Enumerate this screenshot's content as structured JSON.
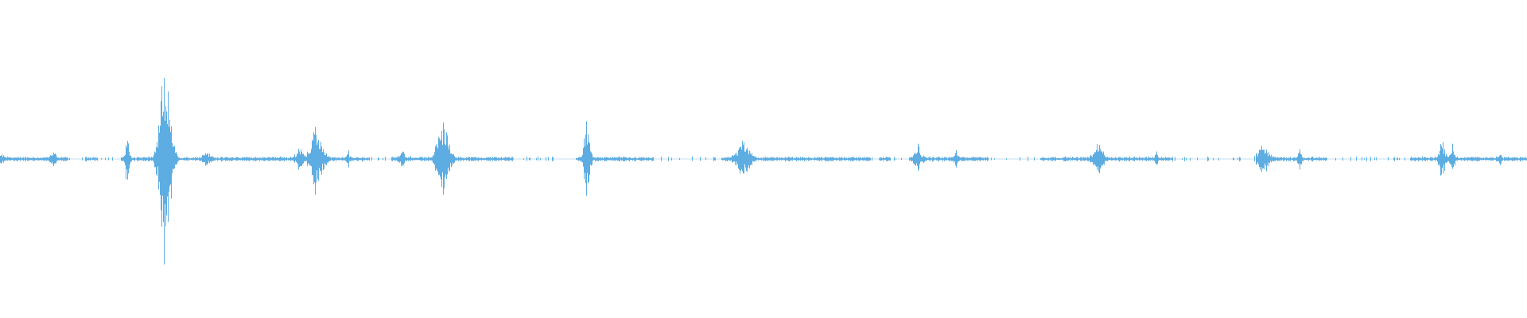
{
  "waveform": {
    "color": "#5DADE2",
    "background": "#FFFFFF",
    "baseline_amplitude": 0.012,
    "amplitude_scale_note_free": true,
    "bursts": [
      {
        "t": 0.0,
        "width": 0.012,
        "amp": 0.04
      },
      {
        "t": 0.035,
        "width": 0.008,
        "amp": 0.05
      },
      {
        "t": 0.083,
        "width": 0.004,
        "amp": 0.2
      },
      {
        "t": 0.108,
        "width": 0.01,
        "amp": 0.85
      },
      {
        "t": 0.135,
        "width": 0.01,
        "amp": 0.06
      },
      {
        "t": 0.196,
        "width": 0.008,
        "amp": 0.1
      },
      {
        "t": 0.207,
        "width": 0.012,
        "amp": 0.25
      },
      {
        "t": 0.228,
        "width": 0.004,
        "amp": 0.07
      },
      {
        "t": 0.263,
        "width": 0.006,
        "amp": 0.09
      },
      {
        "t": 0.29,
        "width": 0.012,
        "amp": 0.28
      },
      {
        "t": 0.384,
        "width": 0.006,
        "amp": 0.3
      },
      {
        "t": 0.487,
        "width": 0.014,
        "amp": 0.14
      },
      {
        "t": 0.601,
        "width": 0.008,
        "amp": 0.1
      },
      {
        "t": 0.626,
        "width": 0.004,
        "amp": 0.1
      },
      {
        "t": 0.719,
        "width": 0.01,
        "amp": 0.12
      },
      {
        "t": 0.757,
        "width": 0.004,
        "amp": 0.07
      },
      {
        "t": 0.827,
        "width": 0.012,
        "amp": 0.12
      },
      {
        "t": 0.851,
        "width": 0.004,
        "amp": 0.08
      },
      {
        "t": 0.944,
        "width": 0.006,
        "amp": 0.16
      },
      {
        "t": 0.951,
        "width": 0.004,
        "amp": 0.14
      },
      {
        "t": 0.982,
        "width": 0.004,
        "amp": 0.05
      }
    ],
    "gaps": [
      [
        0.044,
        0.056
      ],
      [
        0.064,
        0.079
      ],
      [
        0.242,
        0.256
      ],
      [
        0.336,
        0.377
      ],
      [
        0.344,
        0.36
      ],
      [
        0.428,
        0.472
      ],
      [
        0.57,
        0.575
      ],
      [
        0.583,
        0.595
      ],
      [
        0.647,
        0.681
      ],
      [
        0.768,
        0.822
      ],
      [
        0.869,
        0.908
      ],
      [
        0.877,
        0.922
      ],
      [
        0.91,
        0.923
      ]
    ]
  }
}
